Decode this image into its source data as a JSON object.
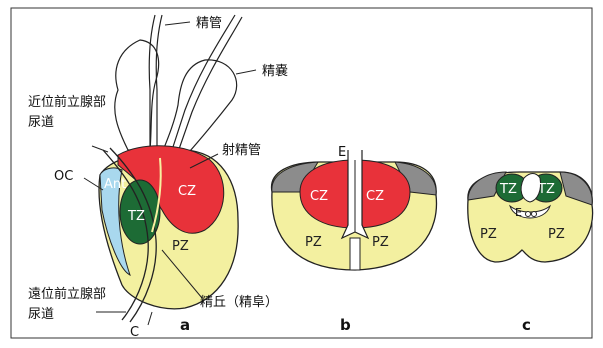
{
  "diagram": {
    "labels": {
      "vas_deferens": "精管",
      "seminal_vesicle": "精嚢",
      "proximal_urethra_1": "近位前立腺部",
      "proximal_urethra_2": "尿道",
      "ejaculatory_duct": "射精管",
      "oc": "OC",
      "distal_urethra_1": "遠位前立腺部",
      "distal_urethra_2": "尿道",
      "verumontanum": "精丘（精阜）",
      "c": "C",
      "e_b": "E",
      "e_c": "E"
    },
    "zones": {
      "ant": "Ant",
      "tz": "TZ",
      "cz": "CZ",
      "pz": "PZ"
    },
    "panels": [
      "a",
      "b",
      "c"
    ],
    "colors": {
      "pz_yellow": "#f3f0a0",
      "cz_red": "#e8323a",
      "tz_green": "#1d6b35",
      "ant_blue": "#a9d8ee",
      "stroma_gray": "#8c8c8c",
      "outline": "#222222"
    }
  }
}
